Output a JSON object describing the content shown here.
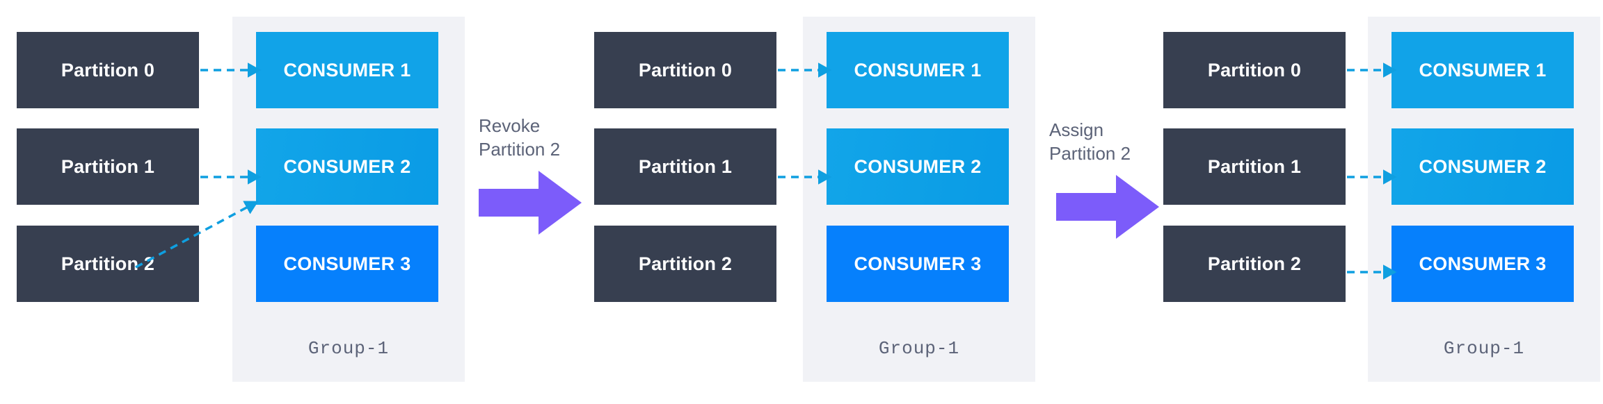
{
  "diagram": {
    "title": "Kafka consumer group partition rebalance",
    "colors": {
      "partition_box": "#373f50",
      "consumer_light": "#11a3e8",
      "consumer_deep": "#0680fc",
      "group_panel": "#f1f2f6",
      "connector": "#0f9fe0",
      "transition_arrow": "#7c5cfa",
      "muted_text": "#5c6378",
      "page_background": "#ffffff"
    },
    "panels": [
      {
        "id": "panel-before",
        "group_label": "Group-1",
        "partitions": [
          {
            "label": "Partition 0"
          },
          {
            "label": "Partition 1"
          },
          {
            "label": "Partition 2"
          }
        ],
        "consumers": [
          {
            "label": "CONSUMER 1",
            "tone": "light"
          },
          {
            "label": "CONSUMER 2",
            "tone": "mid"
          },
          {
            "label": "CONSUMER 3",
            "tone": "deep"
          }
        ],
        "assignments": [
          {
            "from": "Partition 0",
            "to": "CONSUMER 1",
            "style": "straight"
          },
          {
            "from": "Partition 1",
            "to": "CONSUMER 2",
            "style": "straight"
          },
          {
            "from": "Partition 2",
            "to": "CONSUMER 2",
            "style": "diagonal"
          }
        ]
      },
      {
        "id": "panel-revoked",
        "group_label": "Group-1",
        "partitions": [
          {
            "label": "Partition 0"
          },
          {
            "label": "Partition 1"
          },
          {
            "label": "Partition 2"
          }
        ],
        "consumers": [
          {
            "label": "CONSUMER 1",
            "tone": "light"
          },
          {
            "label": "CONSUMER 2",
            "tone": "mid"
          },
          {
            "label": "CONSUMER 3",
            "tone": "deep"
          }
        ],
        "assignments": [
          {
            "from": "Partition 0",
            "to": "CONSUMER 1",
            "style": "straight"
          },
          {
            "from": "Partition 1",
            "to": "CONSUMER 2",
            "style": "straight"
          }
        ]
      },
      {
        "id": "panel-assigned",
        "group_label": "Group-1",
        "partitions": [
          {
            "label": "Partition 0"
          },
          {
            "label": "Partition 1"
          },
          {
            "label": "Partition 2"
          }
        ],
        "consumers": [
          {
            "label": "CONSUMER 1",
            "tone": "light"
          },
          {
            "label": "CONSUMER 2",
            "tone": "mid"
          },
          {
            "label": "CONSUMER 3",
            "tone": "deep"
          }
        ],
        "assignments": [
          {
            "from": "Partition 0",
            "to": "CONSUMER 1",
            "style": "straight"
          },
          {
            "from": "Partition 1",
            "to": "CONSUMER 2",
            "style": "straight"
          },
          {
            "from": "Partition 2",
            "to": "CONSUMER 3",
            "style": "straight"
          }
        ]
      }
    ],
    "transitions": [
      {
        "id": "transition-revoke",
        "line1": "Revoke",
        "line2": "Partition 2"
      },
      {
        "id": "transition-assign",
        "line1": "Assign",
        "line2": "Partition 2"
      }
    ]
  }
}
